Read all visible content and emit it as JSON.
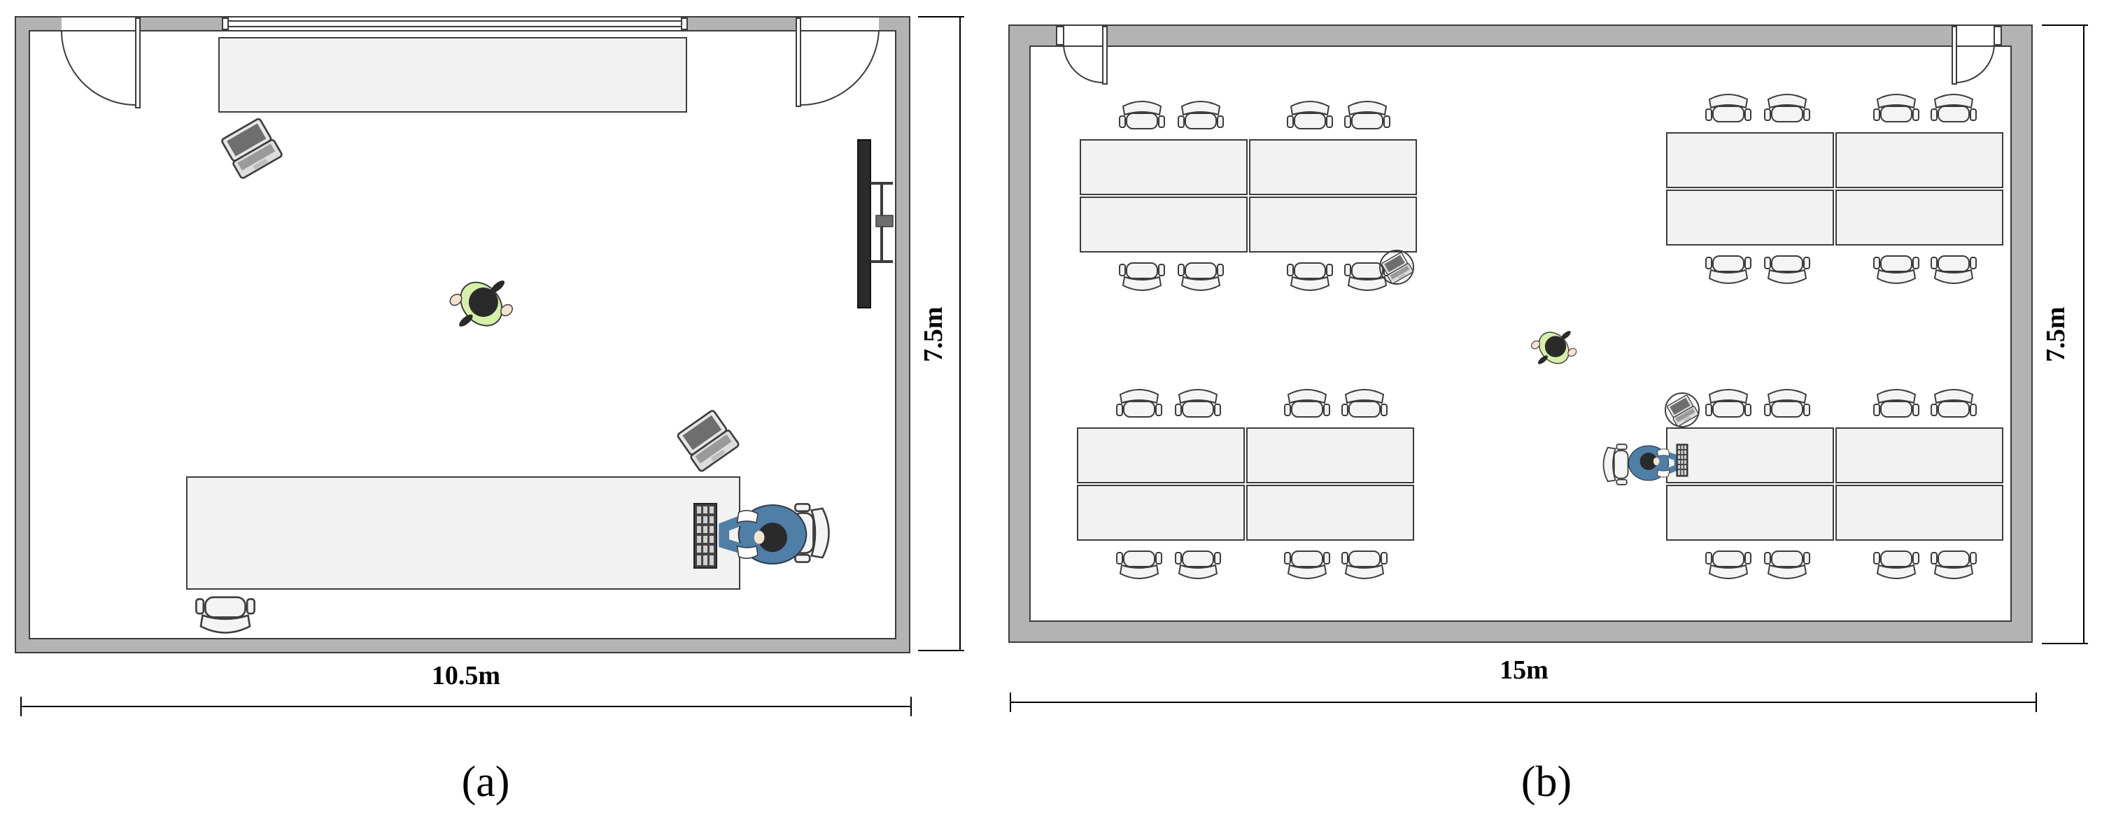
{
  "panel_a": {
    "width_label": "10.5m",
    "height_label": "7.5m",
    "caption": "(a)"
  },
  "panel_b": {
    "width_label": "15m",
    "height_label": "7.5m",
    "caption": "(b)"
  },
  "colors": {
    "wall": "#b3b3b3",
    "furniture": "#f2f2f2",
    "outline": "#3c3c3c",
    "person_blue": "#4f7ea6",
    "person_green": "#d6f0a8",
    "hair": "#2a2a2a"
  },
  "icons": [
    "door-icon",
    "window-icon",
    "laptop-icon",
    "person-icon",
    "chair-icon",
    "keyboard-icon",
    "tv-screen-icon",
    "dimension-arrow-icon"
  ]
}
